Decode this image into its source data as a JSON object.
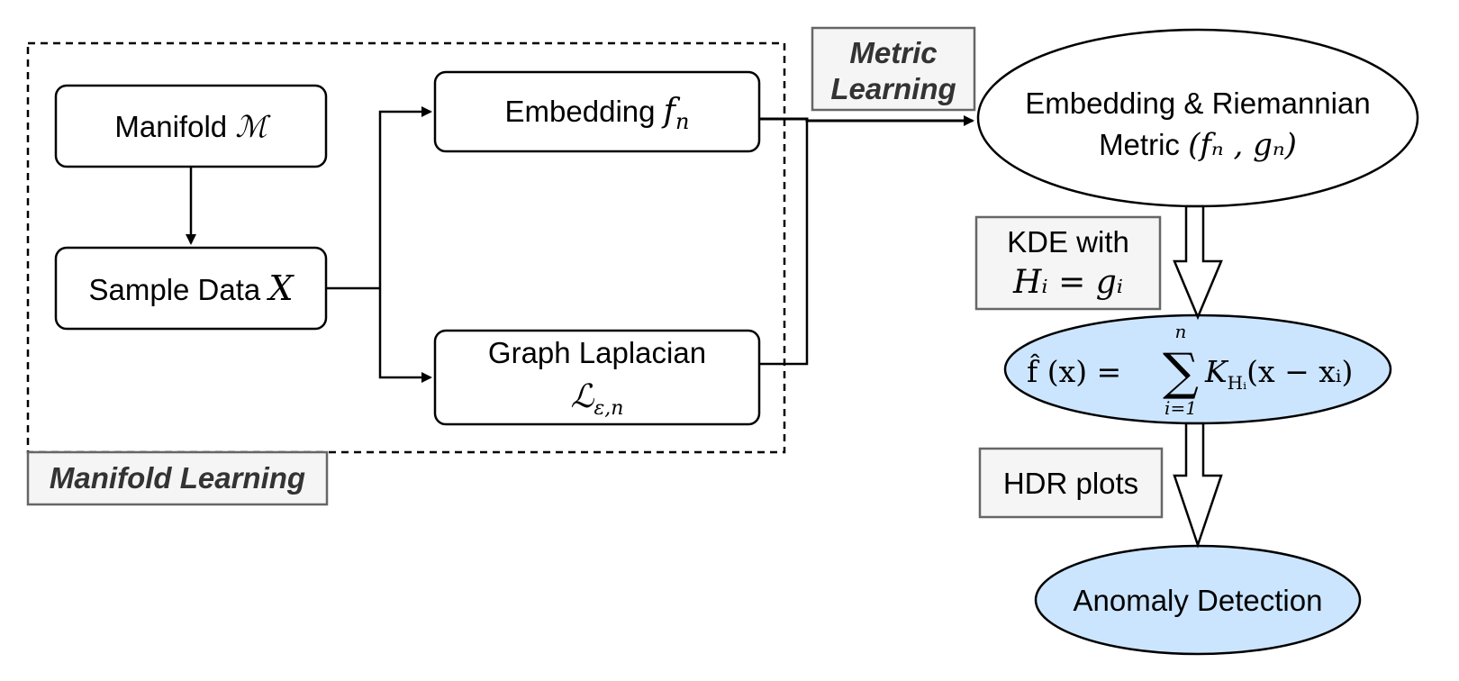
{
  "manifold_group": {
    "label": "Manifold Learning"
  },
  "metric_label": {
    "line1": "Metric",
    "line2": "Learning"
  },
  "nodes": {
    "manifold": {
      "text": "Manifold ",
      "math": "ℳ"
    },
    "sample": {
      "text": "Sample Data ",
      "math": "X"
    },
    "embedding": {
      "text": "Embedding ",
      "math": "f",
      "sub": "n"
    },
    "laplacian": {
      "text": "Graph Laplacian",
      "math": "ℒ",
      "sub": "ε,n"
    },
    "riemannian": {
      "line1": "Embedding & Riemannian",
      "line2_text": "Metric ",
      "line2_math": "(fₙ , gₙ)"
    },
    "kde_formula": {
      "lhs": "f̂ (x) =",
      "sum_top": "n",
      "sum_sym": "∑",
      "sum_bottom": "i=1",
      "rhs": "K",
      "rhs_sub": "Hᵢ",
      "rhs_arg": "(x − xᵢ)"
    },
    "anomaly": {
      "text": "Anomaly Detection"
    }
  },
  "edge_labels": {
    "kde": {
      "line1": "KDE with",
      "line2": "Hᵢ = gᵢ"
    },
    "hdr": {
      "line1": "HDR plots"
    }
  },
  "colors": {
    "stroke": "#000000",
    "fill_blue": "#cce5ff",
    "label_box_fill": "#f5f5f5",
    "label_box_stroke": "#666666",
    "label_text": "#333333"
  }
}
